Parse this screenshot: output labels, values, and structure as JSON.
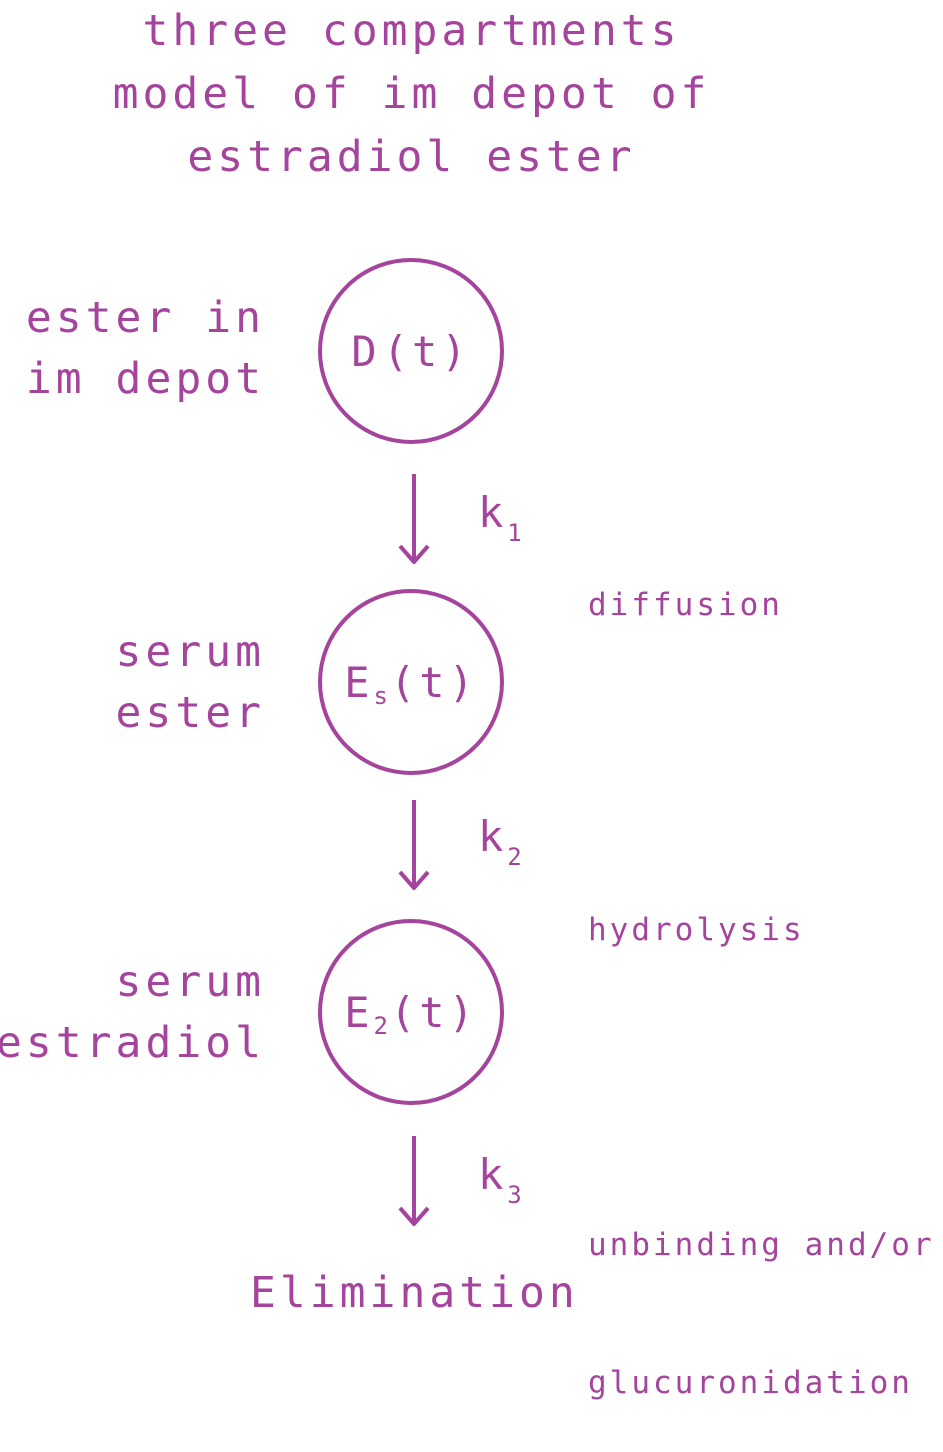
{
  "title": {
    "lines": [
      "three compartments",
      "model of im depot of",
      "estradiol ester"
    ]
  },
  "compartments": [
    {
      "label_lines": [
        "ester in",
        "im depot"
      ],
      "symbol_main": "D",
      "symbol_sub": "",
      "symbol_arg": "(t)"
    },
    {
      "label_lines": [
        "serum",
        "ester"
      ],
      "symbol_main": "E",
      "symbol_sub": "s",
      "symbol_arg": "(t)"
    },
    {
      "label_lines": [
        "serum",
        "estradiol"
      ],
      "symbol_main": "E",
      "symbol_sub": "2",
      "symbol_arg": "(t)"
    }
  ],
  "transitions": [
    {
      "rate_main": "k",
      "rate_sub": "1",
      "process_lines": [
        "diffusion"
      ]
    },
    {
      "rate_main": "k",
      "rate_sub": "2",
      "process_lines": [
        "hydrolysis"
      ]
    },
    {
      "rate_main": "k",
      "rate_sub": "3",
      "process_lines": [
        "unbinding and/or",
        "glucuronidation"
      ]
    }
  ],
  "terminal": "Elimination",
  "colors": {
    "accent": "#a5449c",
    "background": "#ffffff"
  }
}
